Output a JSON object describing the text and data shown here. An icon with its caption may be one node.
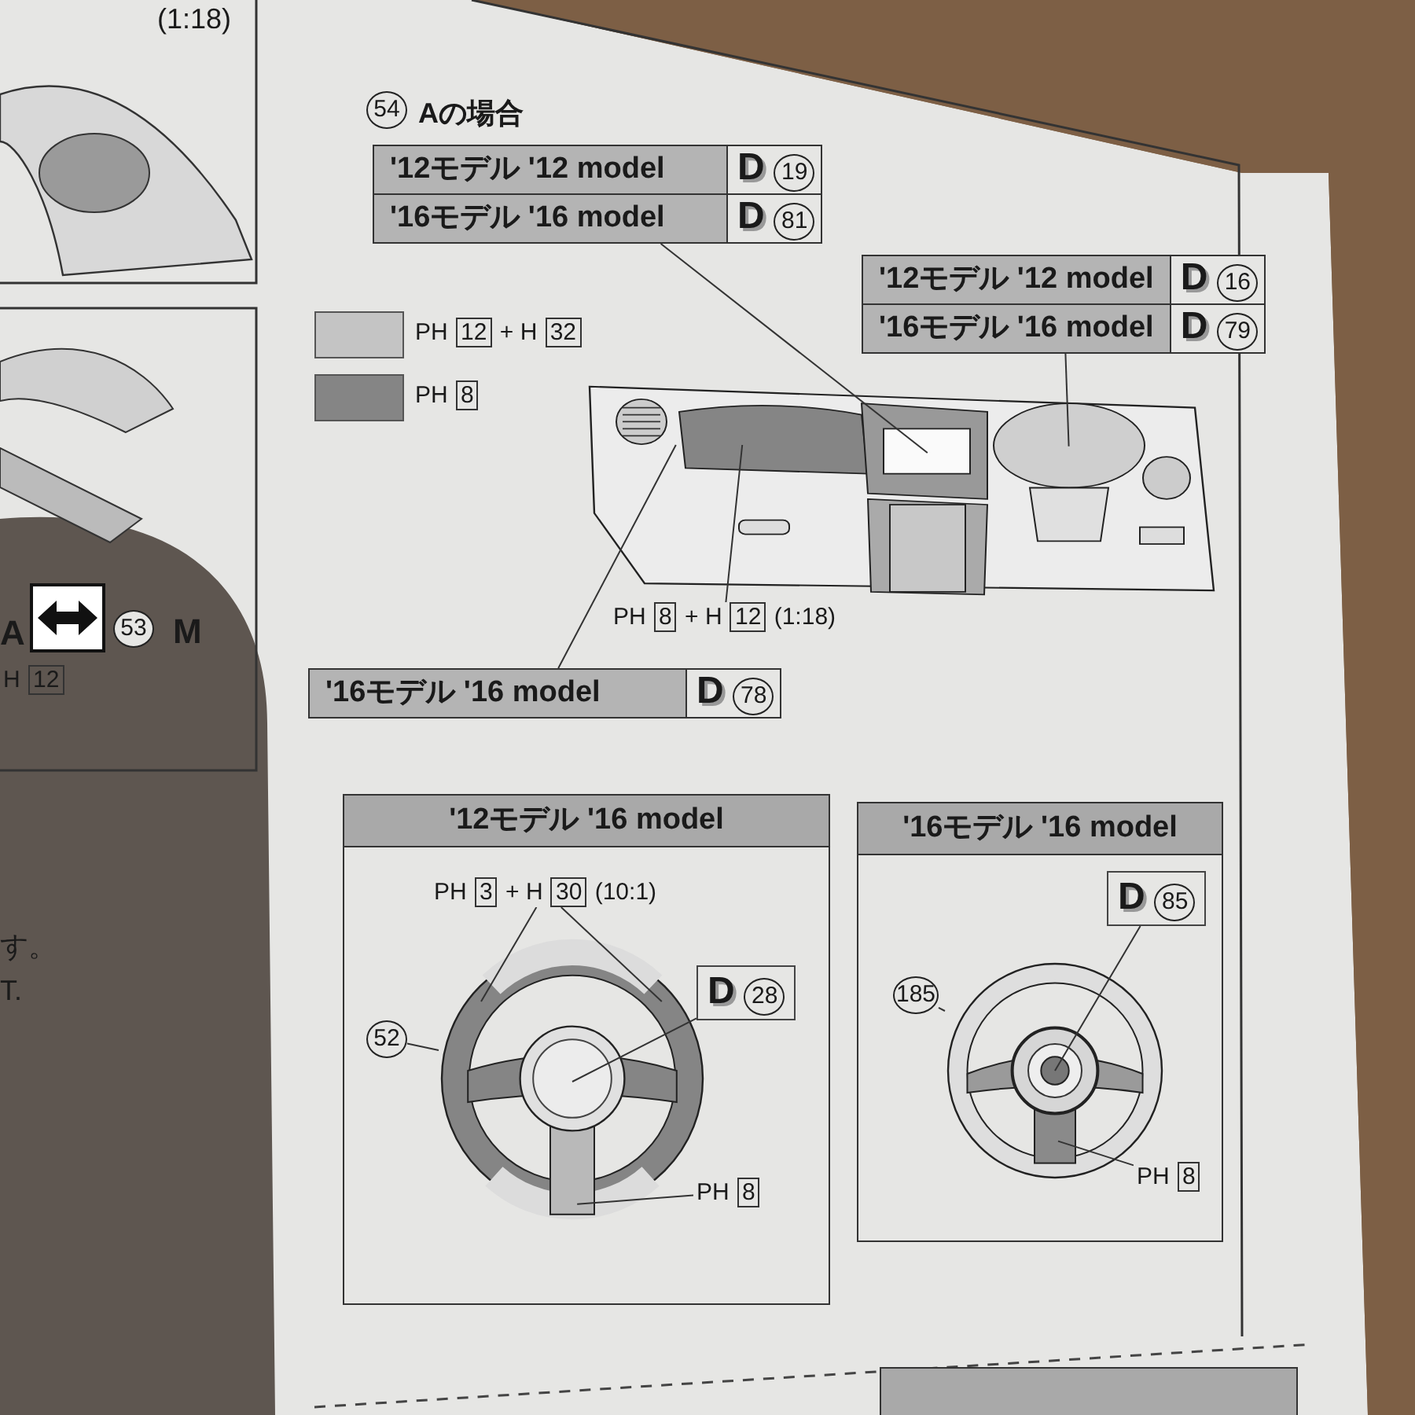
{
  "diagram": {
    "title": "Aの場合",
    "nodes": [
      {
        "text": [
          "'12モデル '12 model",
          "D",
          "19",
          "'16モデル '16 model",
          "D",
          "81"
        ]
      },
      {
        "text": [
          "'12モデル '12 model",
          "D",
          "16",
          "'16モデル '16 model",
          "D",
          "79"
        ]
      },
      {
        "text": [
          "'16モデル '16 model",
          "D",
          "78"
        ]
      },
      {
        "text": [
          "PH 8 + H 12 (1:18)"
        ]
      },
      {
        "text": [],
        "shape": "picture"
      },
      {
        "text": [
          "'12モデル '16 model"
        ]
      },
      {
        "text": [
          "PH 3 + H 30 (10:1)"
        ],
        "in": 5
      },
      {
        "text": [
          "D",
          "28"
        ],
        "in": 5
      },
      {
        "text": [
          "52"
        ],
        "in": 5
      },
      {
        "text": [],
        "shape": "picture",
        "in": 5
      },
      {
        "text": [
          "PH 8"
        ],
        "in": 5
      },
      {
        "text": [
          "'16モデル '16 model"
        ]
      },
      {
        "text": [
          "D",
          "85"
        ],
        "in": 11
      },
      {
        "text": [
          "185"
        ],
        "in": 11
      },
      {
        "text": [],
        "shape": "picture",
        "in": 11
      },
      {
        "text": [
          "PH 8"
        ],
        "in": 11
      },
      {
        "text": [
          "54"
        ]
      },
      {
        "text": [
          "53"
        ],
        "beside": [
          "M"
        ]
      }
    ],
    "edges": [
      {
        "from": 0,
        "to": 4,
        "arrow": "none"
      },
      {
        "from": 1,
        "to": 4,
        "arrow": "none"
      },
      {
        "from": 2,
        "to": 4,
        "arrow": "none"
      },
      {
        "from": 3,
        "to": 4,
        "arrow": "none"
      },
      {
        "from": 6,
        "to": 9,
        "arrow": "none"
      },
      {
        "from": 6,
        "to": 9,
        "arrow": "none"
      },
      {
        "from": 7,
        "to": 9,
        "arrow": "none"
      },
      {
        "from": 8,
        "to": 9,
        "arrow": "none"
      },
      {
        "from": 10,
        "to": 9,
        "arrow": "none"
      },
      {
        "from": 12,
        "to": 14,
        "arrow": "none"
      },
      {
        "from": 13,
        "to": 14,
        "arrow": "none"
      },
      {
        "from": 15,
        "to": 14,
        "arrow": "none"
      }
    ],
    "labels": [
      "(1:18)",
      "A",
      "H 12",
      "す。",
      "T."
    ],
    "legend": [
      {
        "text": "PH 12 + H 32",
        "color": "#c4c4c4"
      },
      {
        "text": "PH 8",
        "color": "#858585"
      }
    ]
  }
}
